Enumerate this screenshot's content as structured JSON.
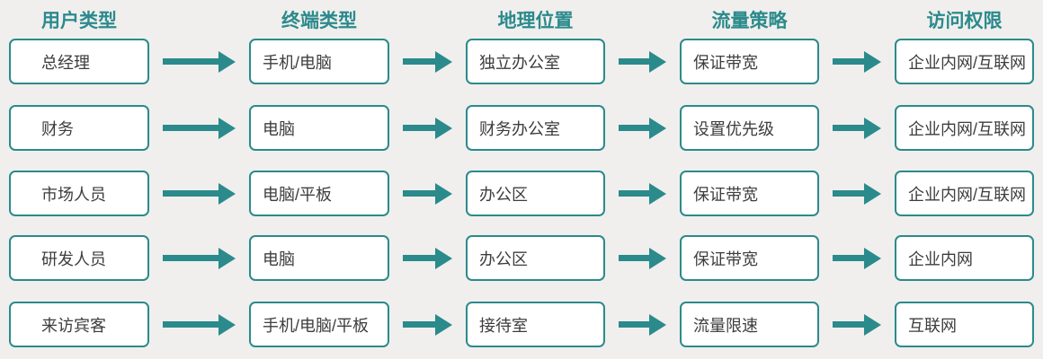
{
  "diagram": {
    "headers": [
      {
        "label": "用户类型"
      },
      {
        "label": "终端类型"
      },
      {
        "label": "地理位置"
      },
      {
        "label": "流量策略"
      },
      {
        "label": "访问权限"
      }
    ],
    "rows": [
      {
        "user": "总经理",
        "terminal": "手机/电脑",
        "location": "独立办公室",
        "policy": "保证带宽",
        "access": "企业内网/互联网"
      },
      {
        "user": "财务",
        "terminal": "电脑",
        "location": "财务办公室",
        "policy": "设置优先级",
        "access": "企业内网/互联网"
      },
      {
        "user": "市场人员",
        "terminal": "电脑/平板",
        "location": "办公区",
        "policy": "保证带宽",
        "access": "企业内网/互联网"
      },
      {
        "user": "研发人员",
        "terminal": "电脑",
        "location": "办公区",
        "policy": "保证带宽",
        "access": "企业内网"
      },
      {
        "user": "来访宾客",
        "terminal": "手机/电脑/平板",
        "location": "接待室",
        "policy": "流量限速",
        "access": "互联网"
      }
    ],
    "colors": {
      "accent_teal": "#2b8a8c",
      "page_background": "#f0efed",
      "box_background": "#ffffff",
      "box_text": "#3d3d3d"
    }
  }
}
